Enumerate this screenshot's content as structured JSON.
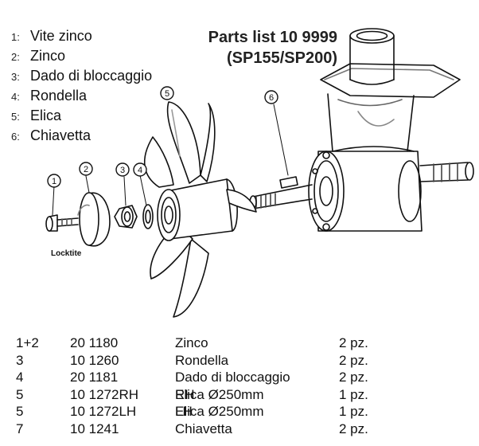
{
  "legend": [
    {
      "num": "1:",
      "name": "Vite zinco"
    },
    {
      "num": "2:",
      "name": "Zinco"
    },
    {
      "num": "3:",
      "name": "Dado di bloccaggio"
    },
    {
      "num": "4:",
      "name": "Rondella"
    },
    {
      "num": "5:",
      "name": "Elica"
    },
    {
      "num": "6:",
      "name": "Chiavetta"
    }
  ],
  "title": {
    "line1": "Parts list 10 9999",
    "line2": "(SP155/SP200)"
  },
  "callouts": [
    "1",
    "2",
    "3",
    "4",
    "5",
    "6"
  ],
  "locktite": "Locktite",
  "parts": [
    {
      "ref": "1+2",
      "code": "20 1180",
      "desc": "Zinco",
      "hand": "",
      "qty": "2 pz."
    },
    {
      "ref": "3",
      "code": "10 1260",
      "desc": "Rondella",
      "hand": "",
      "qty": "2 pz."
    },
    {
      "ref": "4",
      "code": "20 1181",
      "desc": "Dado di bloccaggio",
      "hand": "",
      "qty": "2 pz."
    },
    {
      "ref": "5",
      "code": "10 1272RH",
      "desc": "Elica Ø250mm",
      "hand": "RH",
      "qty": "1 pz."
    },
    {
      "ref": "5",
      "code": "10 1272LH",
      "desc": "Elica Ø250mm",
      "hand": "LH",
      "qty": "1 pz."
    },
    {
      "ref": "7",
      "code": "10 1241",
      "desc": "Chiavetta",
      "hand": "",
      "qty": "2 pz."
    }
  ]
}
